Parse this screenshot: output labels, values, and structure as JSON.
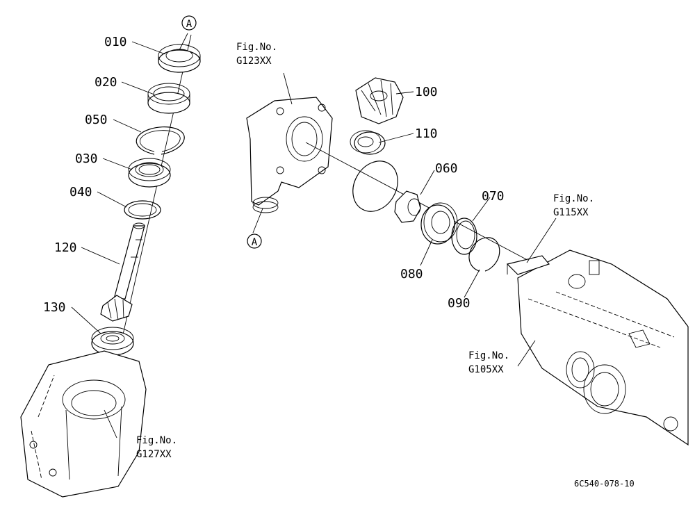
{
  "part_numbers": {
    "p010": "010",
    "p020": "020",
    "p050": "050",
    "p030": "030",
    "p040": "040",
    "p120": "120",
    "p130": "130",
    "p100": "100",
    "p110": "110",
    "p060": "060",
    "p070": "070",
    "p080": "080",
    "p090": "090"
  },
  "fig_refs": {
    "g123": {
      "line1": "Fig.No.",
      "line2": "G123XX"
    },
    "g115": {
      "line1": "Fig.No.",
      "line2": "G115XX"
    },
    "g105": {
      "line1": "Fig.No.",
      "line2": "G105XX"
    },
    "g127": {
      "line1": "Fig.No.",
      "line2": "G127XX"
    }
  },
  "markers": {
    "top": "A",
    "bottom": "A"
  },
  "drawing_code": "6C540-078-10"
}
